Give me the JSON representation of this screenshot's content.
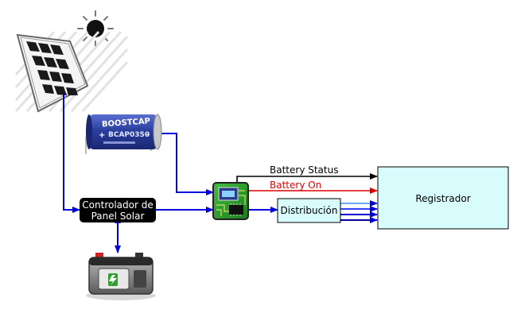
{
  "nodes": {
    "controller": {
      "line1": "Controlador de",
      "line2": "Panel Solar"
    },
    "distribution": {
      "label": "Distribución"
    },
    "recorder": {
      "label": "Registrador"
    }
  },
  "signals": {
    "battery_status": "Battery Status",
    "battery_on": "Battery On"
  },
  "capacitor": {
    "brand": "BOOSTCAP",
    "model": "BCAP0350",
    "plus": "+",
    "minus": "-"
  },
  "colors": {
    "wire_blue": "#0000dd",
    "status_line": "#000000",
    "battery_on_line": "#dd0000",
    "distribution_fill": "#d8fbfb",
    "recorder_fill": "#d8fbfb",
    "controller_fill": "#000000",
    "capacitor_body": "#2b3f9e"
  },
  "icons": {
    "sun": "sun-icon",
    "solar_panel": "solar-panel-icon",
    "capacitor": "supercapacitor-icon",
    "battery": "battery-icon",
    "microcontroller": "microcontroller-chip-icon"
  }
}
